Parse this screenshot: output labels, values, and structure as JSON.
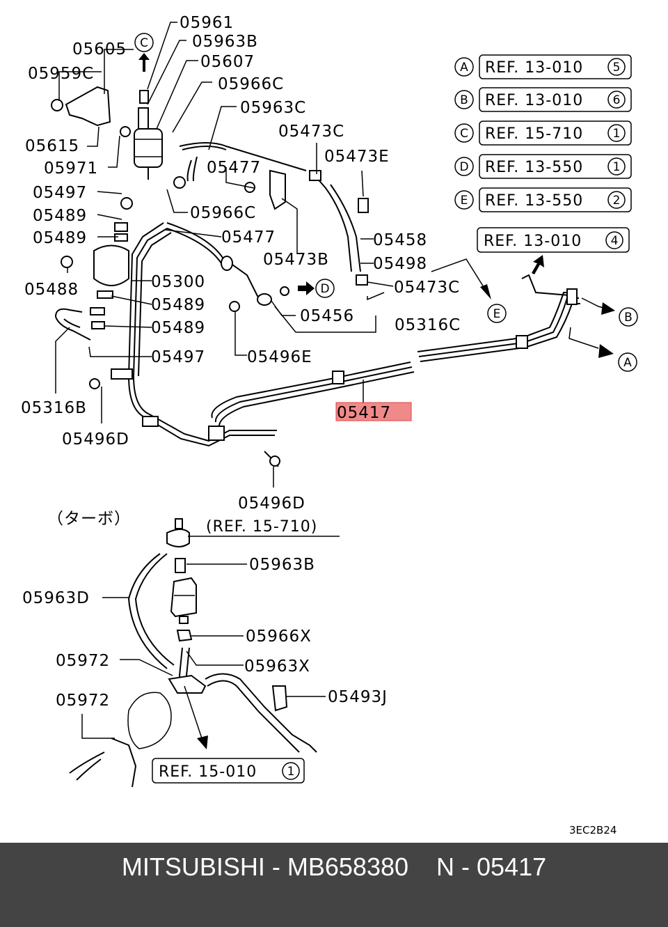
{
  "colors": {
    "background": "#ffffff",
    "line": "#000000",
    "highlight": "#f08a8a",
    "footer_bg": "#444444",
    "footer_text": "#ffffff"
  },
  "diagram": {
    "code": "3EC2B24",
    "turbo_label": "（ターボ）",
    "labels": {
      "p05961": "05961",
      "p05963B_top": "05963B",
      "p05605": "05605",
      "p05607": "05607",
      "p05959C": "05959C",
      "p05966C_top": "05966C",
      "p05963C": "05963C",
      "p05615": "05615",
      "p05971": "05971",
      "p05473C_top": "05473C",
      "p05473E": "05473E",
      "p05477_a": "05477",
      "p05497_top": "05497",
      "p05966C_mid": "05966C",
      "p05489_a": "05489",
      "p05489_b": "05489",
      "p05477_b": "05477",
      "p05458": "05458",
      "p05473B": "05473B",
      "p05498": "05498",
      "p05488": "05488",
      "p05300": "05300",
      "p05473C_mid": "05473C",
      "p05489_c": "05489",
      "p05456": "05456",
      "p05316C": "05316C",
      "p05489_d": "05489",
      "p05497_bottom": "05497",
      "p05496E": "05496E",
      "p05417": "05417",
      "p05316B": "05316B",
      "p05496D_left": "05496D",
      "p05496D_bottom": "05496D",
      "p05963B_bottom": "05963B",
      "p05963D": "05963D",
      "p05966X": "05966X",
      "p05972_a": "05972",
      "p05963X": "05963X",
      "p05493J": "05493J",
      "p05972_b": "05972"
    },
    "refs": {
      "A": {
        "letter": "A",
        "text": "REF. 13-010",
        "num": "5"
      },
      "B": {
        "letter": "B",
        "text": "REF. 13-010",
        "num": "6"
      },
      "C": {
        "letter": "C",
        "text": "REF. 15-710",
        "num": "1"
      },
      "D": {
        "letter": "D",
        "text": "REF. 13-550",
        "num": "1"
      },
      "E": {
        "letter": "E",
        "text": "REF. 13-550",
        "num": "2"
      },
      "F": {
        "text": "REF. 13-010",
        "num": "4"
      },
      "G": {
        "text": "REF. 15-010",
        "num": "1"
      },
      "turbo_ref": "(REF. 15-710)"
    },
    "markers": {
      "C": "C",
      "D": "D",
      "E": "E",
      "B": "B",
      "A": "A"
    }
  },
  "footer": {
    "text": "MITSUBISHI - MB658380    N - 05417"
  }
}
